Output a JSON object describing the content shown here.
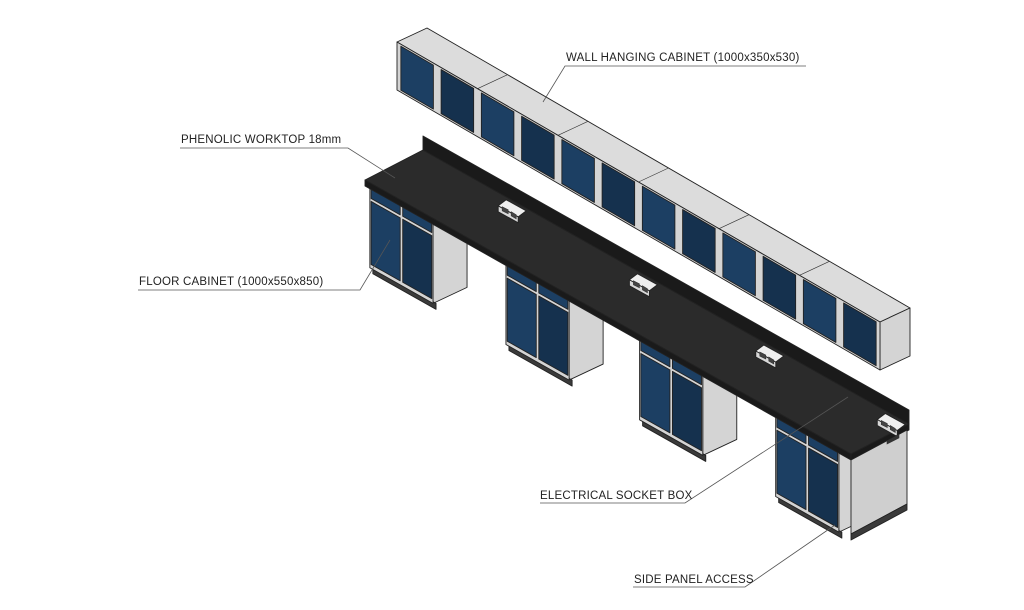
{
  "diagram": {
    "labels": {
      "wall_cabinet": "WALL HANGING CABINET (1000x350x530)",
      "worktop": "PHENOLIC WORKTOP 18mm",
      "floor_cabinet": "FLOOR CABINET (1000x550x850)",
      "socket_box": "ELECTRICAL SOCKET BOX",
      "side_panel": "SIDE PANEL ACCESS"
    },
    "counts": {
      "wall_cabinet_modules": 6,
      "floor_cabinet_modules": 4,
      "socket_boxes": 4
    },
    "colors": {
      "cabinet_door": "#1c3f63",
      "cabinet_door_dark": "#15314e",
      "cabinet_body": "#d4d4d4",
      "cabinet_top": "#dcdcdc",
      "worktop": "#2b2b2b",
      "worktop_edge": "#1a1a1a",
      "recess": "#9a9a9a"
    }
  }
}
